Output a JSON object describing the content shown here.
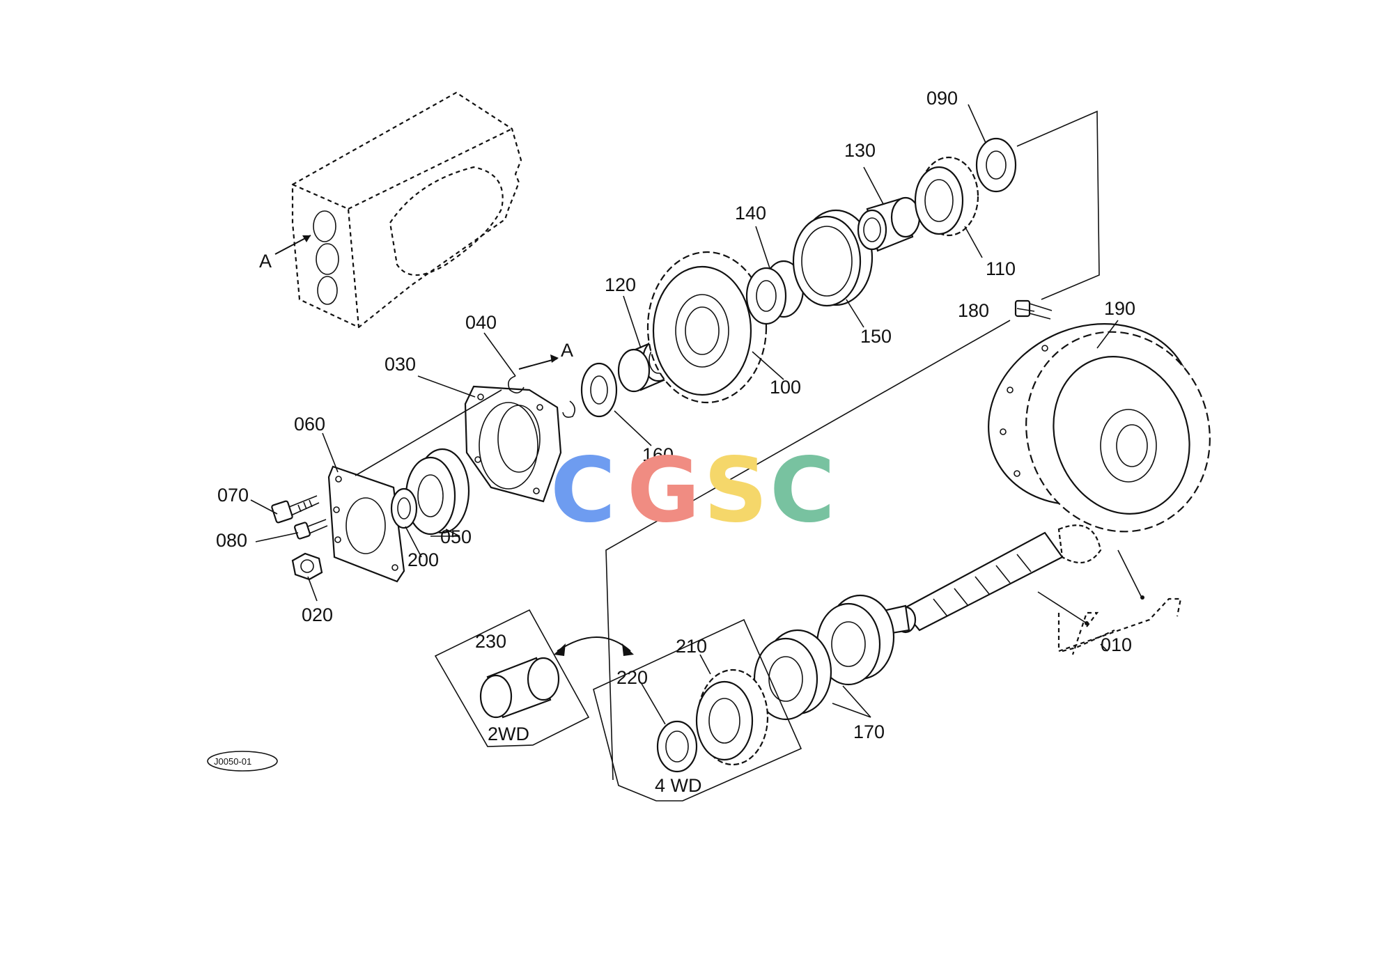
{
  "part_labels": {
    "p010": "010",
    "p020": "020",
    "p030": "030",
    "p040": "040",
    "p050": "050",
    "p060": "060",
    "p070": "070",
    "p080": "080",
    "p090": "090",
    "p100": "100",
    "p110": "110",
    "p120": "120",
    "p130": "130",
    "p140": "140",
    "p150": "150",
    "p160": "160",
    "p170": "170",
    "p180": "180",
    "p190": "190",
    "p200": "200",
    "p210": "210",
    "p220": "220",
    "p230": "230"
  },
  "view_marker": "A",
  "view_arrow_label": "A",
  "variant_2wd": "2WD",
  "variant_4wd": "4 WD",
  "drawing_code": "J0050-01",
  "watermark": {
    "text": "CGSC",
    "colors": [
      "#6e9cf0",
      "#f08c82",
      "#f5d76a",
      "#78c2a0"
    ]
  }
}
